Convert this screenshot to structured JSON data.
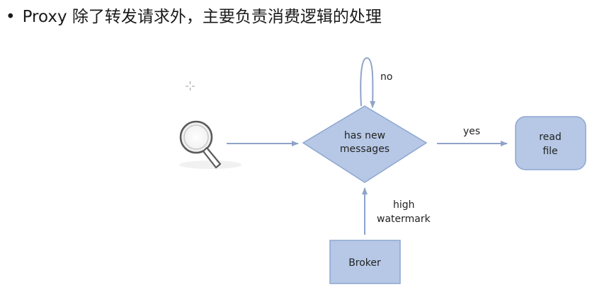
{
  "heading": {
    "bullet": "•",
    "text": "Proxy 除了转发请求外，主要负责消费逻辑的处理"
  },
  "diagram": {
    "decision": {
      "line1": "has new",
      "line2": "messages"
    },
    "read_file": {
      "line1": "read",
      "line2": "file"
    },
    "broker": {
      "label": "Broker"
    },
    "edges": {
      "no": "no",
      "yes": "yes",
      "high_line1": "high",
      "high_line2": "watermark"
    }
  },
  "icons": {
    "search": "magnifier-icon",
    "cursor": "crosshair-icon"
  },
  "colors": {
    "shape_fill": "#b6c8e6",
    "shape_stroke": "#8ea6cf",
    "arrow": "#8fa3c9",
    "broker_fill": "#b6c8e6"
  }
}
